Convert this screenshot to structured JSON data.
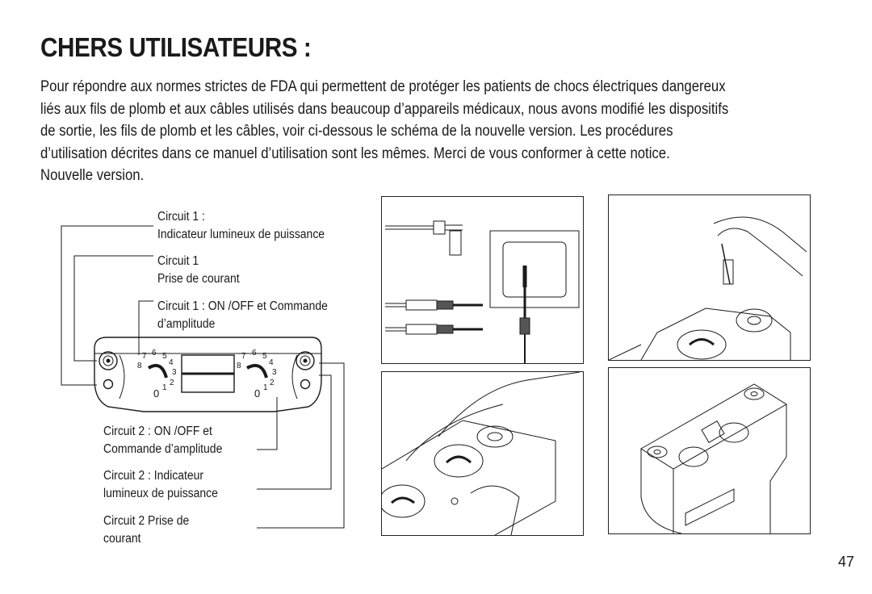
{
  "page": {
    "title": "CHERS UTILISATEURS :",
    "intro_lines": [
      "Pour répondre aux normes strictes   de FDA qui permettent de protéger les patients de chocs électriques dangereux",
      "liés aux fils de plomb et aux câbles utilisés dans beaucoup  d’appareils médicaux, nous avons modifié les dispositifs",
      "de sortie, les fils de plomb et les câbles, voir ci-dessous le schéma de la nouvelle version. Les procédures",
      "d’utilisation décrites dans ce manuel d’utilisation sont les mêmes. Merci de vous conformer à cette notice.",
      "Nouvelle version."
    ],
    "page_number": "47"
  },
  "diagram": {
    "labels": {
      "c1_indicator_line1": "Circuit 1 :",
      "c1_indicator_line2": "Indicateur lumineux de puissance",
      "c1_socket_line1": "Circuit 1",
      "c1_socket_line2": "Prise de courant",
      "c1_onoff_line1": "Circuit 1 : ON /OFF et Commande",
      "c1_onoff_line2": "d’amplitude",
      "c2_onoff_line1": "Circuit 2 : ON /OFF et",
      "c2_onoff_line2": "Commande d’amplitude",
      "c2_indicator_line1": "Circuit 2 : Indicateur",
      "c2_indicator_line2": "lumineux de puissance",
      "c2_socket_line1": "Circuit 2 Prise de",
      "c2_socket_line2": "courant"
    },
    "dial_numbers": [
      "0",
      "1",
      "2",
      "3",
      "4",
      "5",
      "6",
      "7",
      "8"
    ]
  },
  "colors": {
    "ink": "#1a1a1a",
    "paper": "#ffffff"
  }
}
